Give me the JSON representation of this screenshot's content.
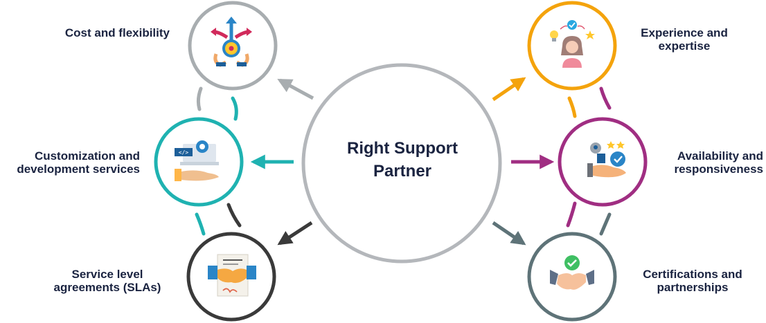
{
  "center": {
    "line1": "Right Support",
    "line2": "Partner"
  },
  "nodes": [
    {
      "id": "cost",
      "lines": [
        "Cost and flexibility"
      ],
      "color": "#a8adb0",
      "icon": "arrows-gear-hands-icon"
    },
    {
      "id": "custom",
      "lines": [
        "Customization and",
        "development services"
      ],
      "color": "#1fb2b1",
      "icon": "laptop-code-gear-hand-icon"
    },
    {
      "id": "sla",
      "lines": [
        "Service level",
        "agreements (SLAs)"
      ],
      "color": "#3a3a3a",
      "icon": "contract-handshake-icon"
    },
    {
      "id": "experience",
      "lines": [
        "Experience and",
        "expertise"
      ],
      "color": "#f4a30c",
      "icon": "woman-idea-star-icon"
    },
    {
      "id": "availability",
      "lines": [
        "Availability and",
        "responsiveness"
      ],
      "color": "#a02e82",
      "icon": "user-gear-stars-hand-icon"
    },
    {
      "id": "certs",
      "lines": [
        "Certifications and",
        "partnerships"
      ],
      "color": "#5e7378",
      "icon": "handshake-checkmark-icon"
    }
  ],
  "colors": {
    "title_text": "#1a2340",
    "center_ring": "#b4b7bb"
  }
}
